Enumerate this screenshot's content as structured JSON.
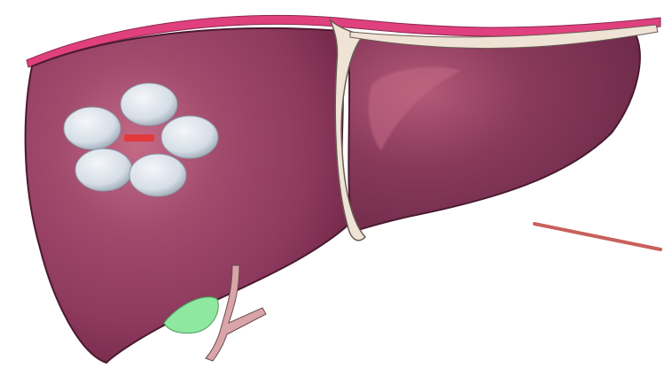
{
  "scene": {
    "subject": "liver-illustration",
    "colors": {
      "background": "#ffffff",
      "liver_dark": "#7a2a4e",
      "liver_mid": "#8e3a5e",
      "liver_highlight": "#c46a86",
      "liver_right_lobe": "#82375a",
      "capsule_edge": "#e0407e",
      "ligament": "#efe3d6",
      "ligament_outline": "#6a5a52",
      "gallbladder": "#8ee8a0",
      "duct": "#d9a5a8",
      "ablation_probes": "#dde4ec",
      "ablation_probe_shadow": "#9aa7b4",
      "center_marker": "#e23a3a",
      "pointer_line": "#c8605c"
    },
    "elements": [
      "liver-left-lobe",
      "liver-right-lobe",
      "falciform-ligament",
      "gallbladder",
      "bile-duct",
      "ablation-cluster",
      "pointer-line"
    ]
  }
}
